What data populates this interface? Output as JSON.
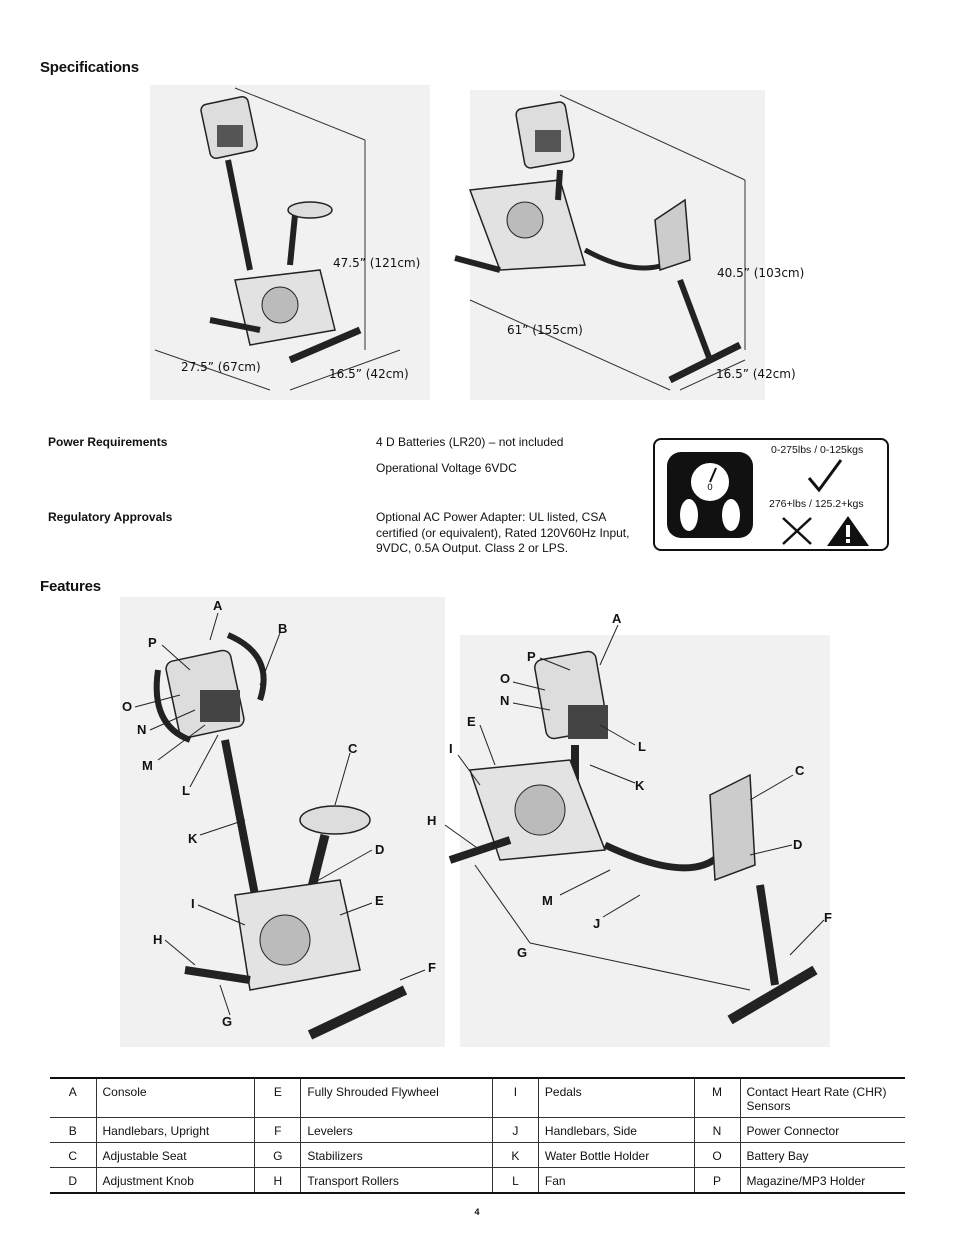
{
  "specs": {
    "heading": "Specifications",
    "upright_dims": {
      "height": "47.5” (121cm)",
      "length": "27.5” (67cm)",
      "width": "16.5” (42cm)"
    },
    "recumbent_dims": {
      "height": "40.5” (103cm)",
      "length": "61” (155cm)",
      "width": "16.5” (42cm)"
    },
    "power_label": "Power  Requirements",
    "power_lines": [
      "4 D Batteries (LR20) – not included",
      "Operational Voltage 6VDC"
    ],
    "regulatory_label": "Regulatory  Approvals",
    "regulatory_lines": [
      "Optional AC Power Adapter:  UL listed, CSA",
      "certified (or equivalent), Rated 120V60Hz Input,",
      "9VDC, 0.5A Output.  Class 2 or LPS."
    ],
    "weight": {
      "ok": "0-275lbs / 0-125kgs",
      "over": "276+lbs / 125.2+kgs",
      "scale_zero": "0"
    }
  },
  "features": {
    "heading": "Features",
    "upright_callouts": [
      "A",
      "B",
      "P",
      "O",
      "N",
      "M",
      "L",
      "C",
      "K",
      "D",
      "I",
      "E",
      "H",
      "F",
      "G"
    ],
    "recumbent_callouts": [
      "A",
      "P",
      "O",
      "N",
      "E",
      "I",
      "L",
      "K",
      "C",
      "H",
      "D",
      "M",
      "F",
      "J",
      "G"
    ]
  },
  "parts": [
    [
      [
        "A",
        "Console"
      ],
      [
        "E",
        "Fully Shrouded Flywheel"
      ],
      [
        "I",
        "Pedals"
      ],
      [
        "M",
        "Contact Heart Rate (CHR) Sensors"
      ]
    ],
    [
      [
        "B",
        "Handlebars, Upright"
      ],
      [
        "F",
        "Levelers"
      ],
      [
        "J",
        "Handlebars, Side"
      ],
      [
        "N",
        "Power Connector"
      ]
    ],
    [
      [
        "C",
        "Adjustable Seat"
      ],
      [
        "G",
        "Stabilizers"
      ],
      [
        "K",
        "Water Bottle Holder"
      ],
      [
        "O",
        "Battery Bay"
      ]
    ],
    [
      [
        "D",
        "Adjustment Knob"
      ],
      [
        "H",
        "Transport Rollers"
      ],
      [
        "L",
        "Fan"
      ],
      [
        "P",
        "Magazine/MP3 Holder"
      ]
    ]
  ],
  "page_number": "4"
}
